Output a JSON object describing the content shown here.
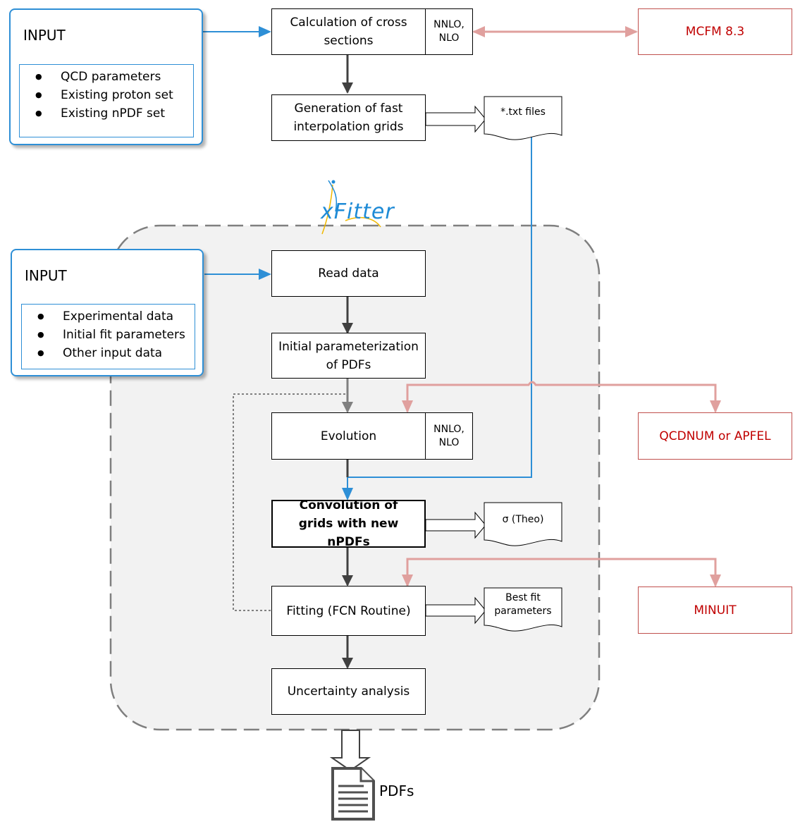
{
  "input_top": {
    "title": "INPUT",
    "items": [
      "QCD parameters",
      "Existing proton set",
      "Existing nPDF set"
    ]
  },
  "input_mid": {
    "title": "INPUT",
    "items": [
      "Experimental data",
      "Initial fit parameters",
      "Other input data"
    ]
  },
  "boxes": {
    "calc": "Calculation of cross sections",
    "gen": "Generation of fast interpolation grids",
    "read": "Read data",
    "initpar": "Initial parameterization of PDFs",
    "evolution": "Evolution",
    "convolution": "Convolution of grids with new nPDFs",
    "fitting": "Fitting (FCN Routine)",
    "uncertainty": "Uncertainty analysis"
  },
  "tags": {
    "calc_order": "NNLO,\nNLO",
    "evo_order": "NNLO,\nNLO"
  },
  "external": {
    "mcfm": "MCFM 8.3",
    "qcdnum": "QCDNUM or APFEL",
    "minuit": "MINUIT"
  },
  "outputs": {
    "txt": "*.txt files",
    "theo": "σ (Theo)",
    "bestfit": "Best fit parameters",
    "pdfs": "PDFs"
  },
  "logo": "xFitter",
  "colors": {
    "input_blue": "#2e8fd6",
    "external_red": "#c00000",
    "external_arrow": "#e0a09e",
    "region_fill": "#f2f2f2"
  }
}
